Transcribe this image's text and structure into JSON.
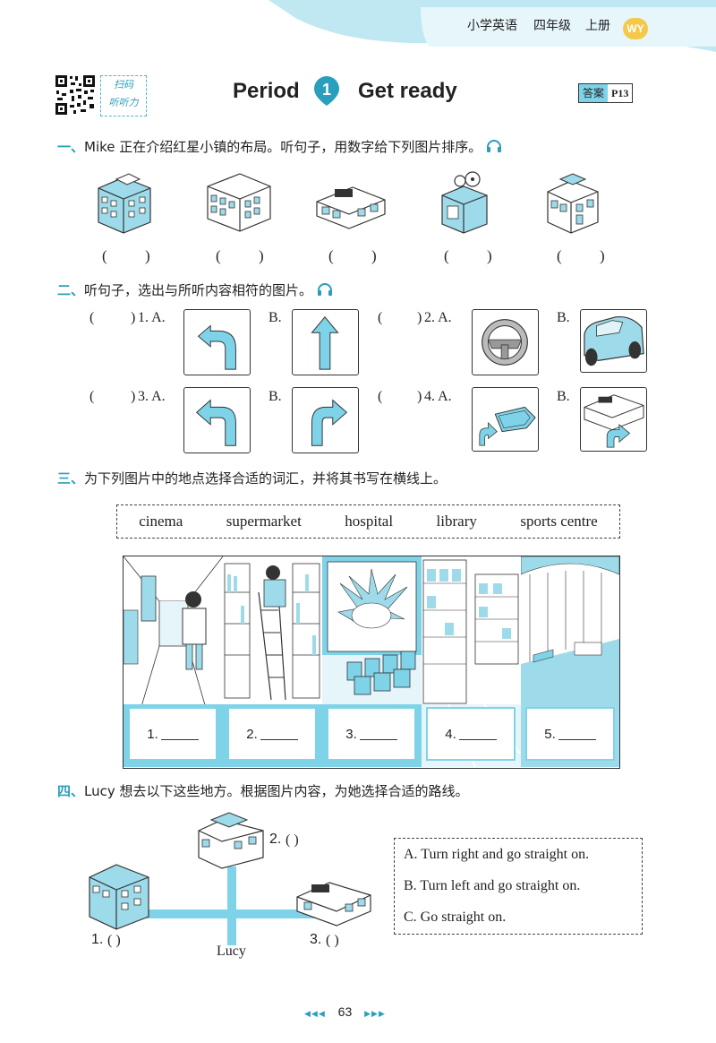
{
  "header": {
    "subject": "小学英语",
    "grade": "四年级",
    "volume": "上册",
    "badge": "WY"
  },
  "title": {
    "scan_text_1": "扫码",
    "scan_text_2": "听听力",
    "left": "Period",
    "number": "1",
    "right": "Get ready",
    "answer_label": "答案",
    "answer_page": "P13"
  },
  "section1": {
    "number": "一、",
    "text": "Mike 正在介绍红星小镇的布局。听句子，用数字给下列图片排序。",
    "blanks": [
      "(",
      ")",
      "(",
      ")",
      "(",
      ")",
      "(",
      ")",
      "(",
      ")"
    ]
  },
  "section2": {
    "number": "二、",
    "text": "听句子，选出与所听内容相符的图片。",
    "q1": "1. A.",
    "q2": "2. A.",
    "q3": "3. A.",
    "q4": "4. A.",
    "b": "B.",
    "open_paren": "(",
    "close_paren": ")"
  },
  "section3": {
    "number": "三、",
    "text": "为下列图片中的地点选择合适的词汇，并将其书写在横线上。",
    "words": [
      "cinema",
      "supermarket",
      "hospital",
      "library",
      "sports centre"
    ],
    "labels": [
      "1.",
      "2.",
      "3.",
      "4.",
      "5."
    ]
  },
  "section4": {
    "number": "四、",
    "text": "Lucy 想去以下这些地方。根据图片内容，为她选择合适的路线。",
    "lucy": "Lucy",
    "b1": "1.",
    "b2": "2.",
    "b3": "3.",
    "paren": "(        )",
    "options": [
      "A. Turn right and go straight on.",
      "B. Turn left and go straight on.",
      "C. Go straight on."
    ]
  },
  "footer": {
    "page": "63",
    "left_arrows": "◀◀◀",
    "right_arrows": "▶▶▶"
  },
  "colors": {
    "accent": "#2a9fbd",
    "light_blue": "#7fd3e8",
    "building_blue": "#9edbea"
  }
}
